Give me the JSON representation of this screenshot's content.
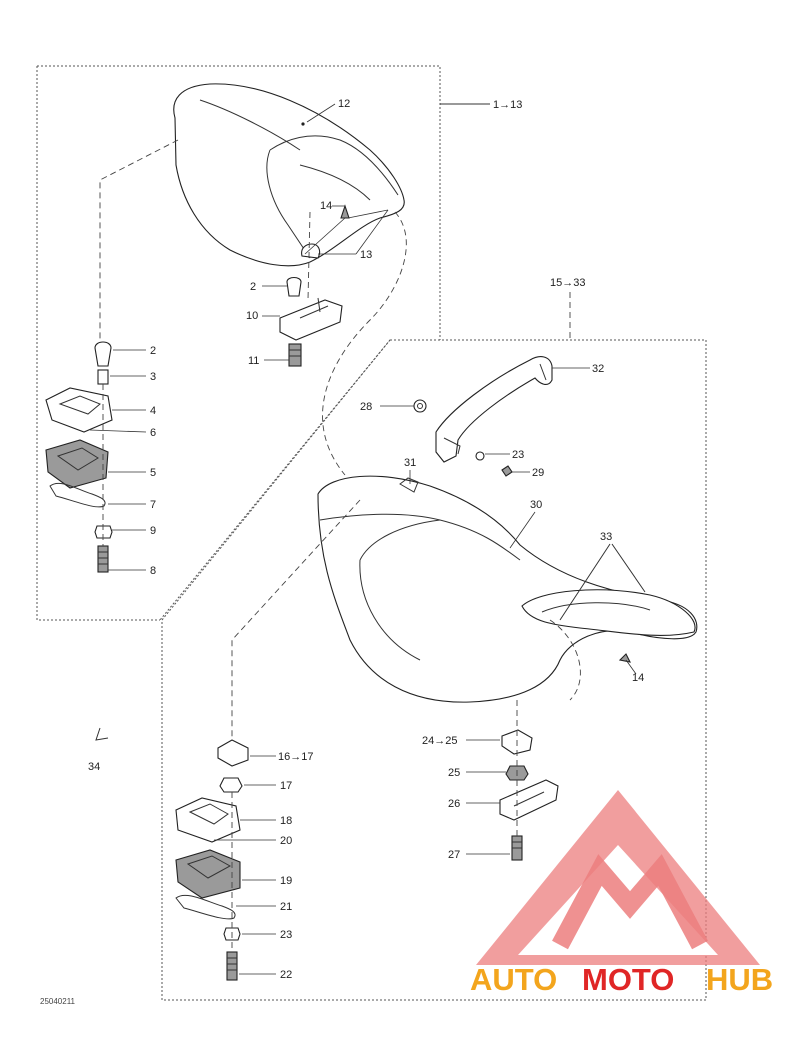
{
  "callouts": {
    "c12": "12",
    "c1_13": "1→13",
    "c14a": "14",
    "c13": "13",
    "c2a": "2",
    "c10": "10",
    "c11": "11",
    "c2b": "2",
    "c3": "3",
    "c4": "4",
    "c6": "6",
    "c5": "5",
    "c7": "7",
    "c9": "9",
    "c8": "8",
    "c15_33": "15→33",
    "c32": "32",
    "c28": "28",
    "c23a": "23",
    "c29": "29",
    "c31": "31",
    "c30": "30",
    "c33": "33",
    "c14b": "14",
    "c34": "34",
    "c16_17": "16→17",
    "c17": "17",
    "c18": "18",
    "c20": "20",
    "c19": "19",
    "c21": "21",
    "c23b": "23",
    "c22": "22",
    "c24_25": "24→25",
    "c25": "25",
    "c26": "26",
    "c27": "27"
  },
  "figure_code": "25040211",
  "watermark": {
    "part1": "AUTO",
    "part2": "MOTO",
    "part3": "HUB"
  },
  "colors": {
    "watermark_red": "#e02626",
    "watermark_orange": "#f3a51d"
  }
}
